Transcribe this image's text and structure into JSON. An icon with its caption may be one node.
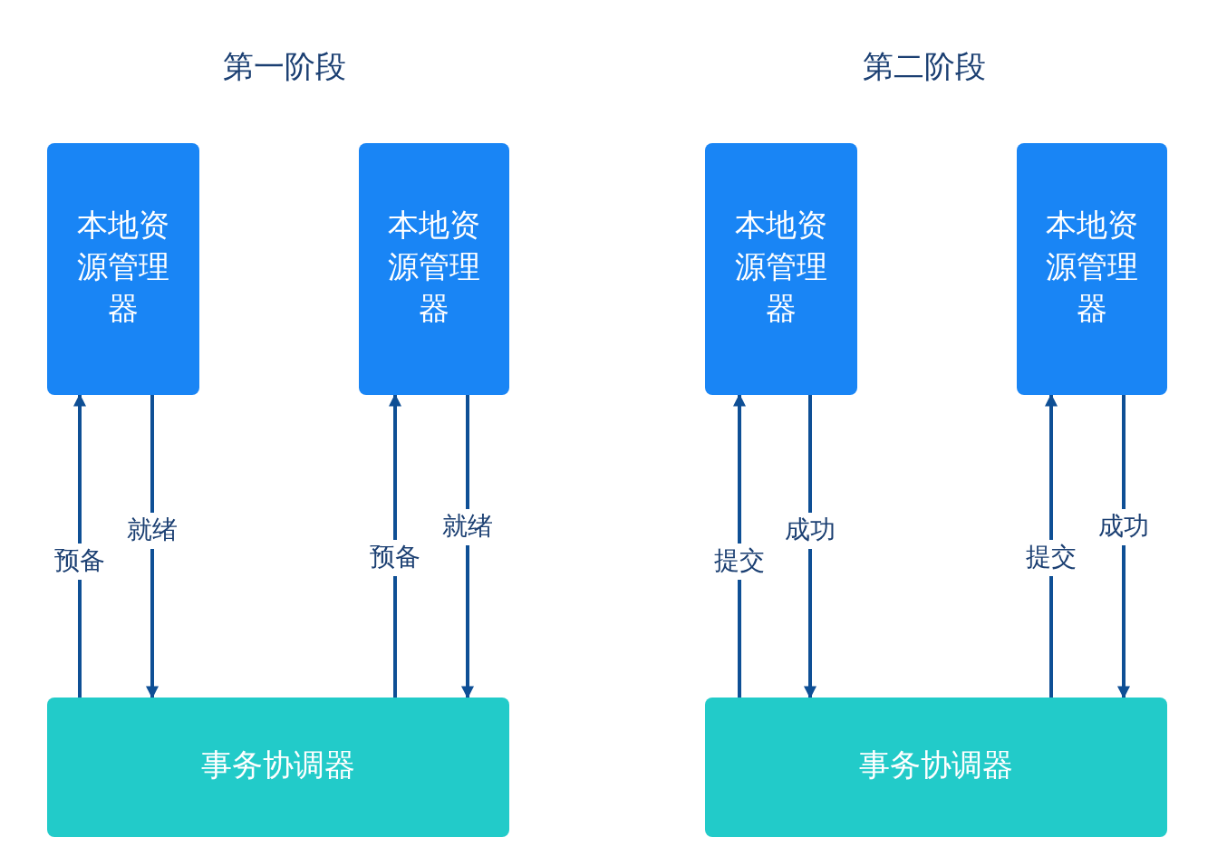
{
  "diagram": {
    "nodes": [
      {
        "text": [
          "本地资源管理器"
        ]
      },
      {
        "text": [
          "本地资源管理器"
        ]
      },
      {
        "text": [
          "事务协调器"
        ]
      },
      {
        "text": [
          "本地资源管理器"
        ]
      },
      {
        "text": [
          "本地资源管理器"
        ]
      },
      {
        "text": [
          "事务协调器"
        ]
      }
    ],
    "edges": [
      {
        "from": 2,
        "to": 0,
        "arrow": "to",
        "label": "预备"
      },
      {
        "from": 0,
        "to": 2,
        "arrow": "to",
        "label": "就绪"
      },
      {
        "from": 2,
        "to": 1,
        "arrow": "to",
        "label": "预备"
      },
      {
        "from": 1,
        "to": 2,
        "arrow": "to",
        "label": "就绪"
      },
      {
        "from": 5,
        "to": 3,
        "arrow": "to",
        "label": "提交"
      },
      {
        "from": 3,
        "to": 5,
        "arrow": "to",
        "label": "成功"
      },
      {
        "from": 5,
        "to": 4,
        "arrow": "to",
        "label": "提交"
      },
      {
        "from": 4,
        "to": 5,
        "arrow": "to",
        "label": "成功"
      }
    ],
    "labels": [
      "第一阶段",
      "第二阶段"
    ]
  }
}
